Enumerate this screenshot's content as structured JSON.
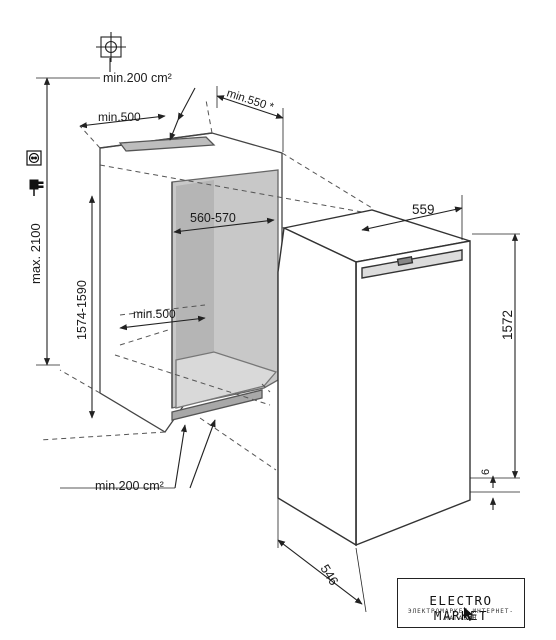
{
  "labels": {
    "vent_top": "min.200 cm²",
    "depth_top": "min.550 *",
    "depth_left": "min.500",
    "max_height": "max. 2100",
    "niche_width": "560-570",
    "niche_height": "1574-1590",
    "bottom_clearance": "min.500",
    "vent_bottom": "min.200 cm²",
    "appliance_width": "559",
    "appliance_height": "1572",
    "gap": "6",
    "appliance_depth": "546"
  },
  "icons": [
    "power-plug-icon",
    "socket-icon",
    "crosshair-symbol-icon",
    "cursor-arrow-icon"
  ],
  "logo": {
    "main": "ELECTRO MARKET",
    "sub": "ЭЛЕКТРОМАРКЕТ.ИНТЕРНЕТ-МАГАЗИН"
  }
}
